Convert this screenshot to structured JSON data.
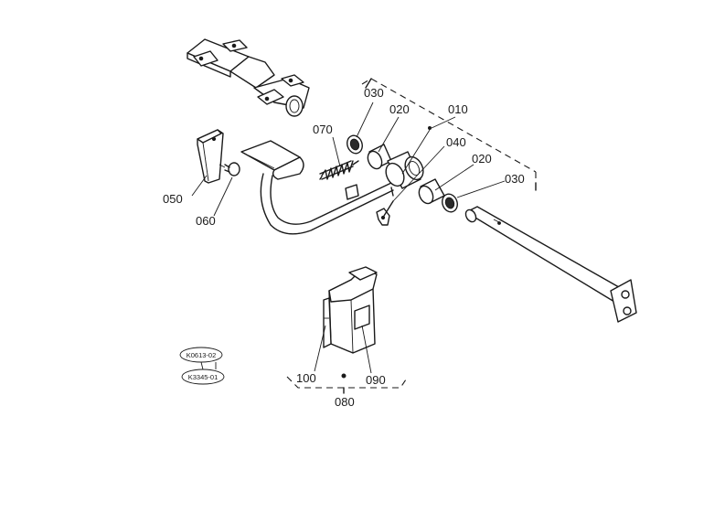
{
  "labels": {
    "p010": "010",
    "p020a": "020",
    "p020b": "020",
    "p030a": "030",
    "p030b": "030",
    "p040": "040",
    "p050": "050",
    "p060": "060",
    "p070": "070",
    "p080": "080",
    "p090": "090",
    "p100": "100"
  },
  "codes": {
    "top": "K0613-02",
    "bottom": "K3345-01"
  }
}
